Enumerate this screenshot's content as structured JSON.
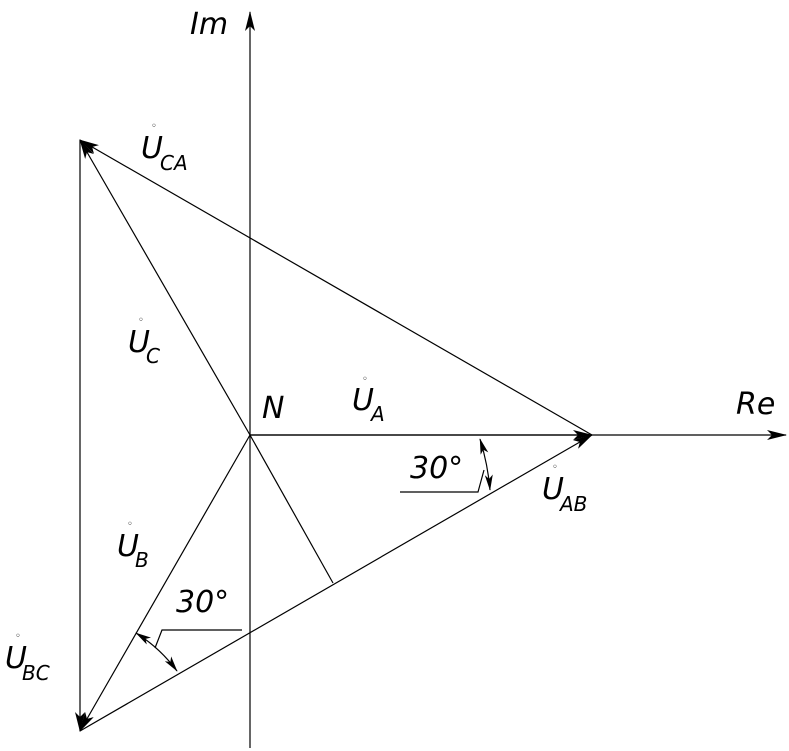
{
  "axes": {
    "real_label": "Re",
    "imag_label": "Im"
  },
  "neutral_label": "N",
  "phase_vectors": {
    "a": {
      "symbol": "U",
      "subscript": "A"
    },
    "b": {
      "symbol": "U",
      "subscript": "B"
    },
    "c": {
      "symbol": "U",
      "subscript": "C"
    }
  },
  "line_vectors": {
    "ab": {
      "symbol": "U",
      "subscript": "AB"
    },
    "bc": {
      "symbol": "U",
      "subscript": "BC"
    },
    "ca": {
      "symbol": "U",
      "subscript": "CA"
    }
  },
  "angles": {
    "upper": "30°",
    "lower": "30°"
  },
  "accent_mark": "◦",
  "colors": {
    "stroke": "#000000",
    "background": "#ffffff"
  }
}
